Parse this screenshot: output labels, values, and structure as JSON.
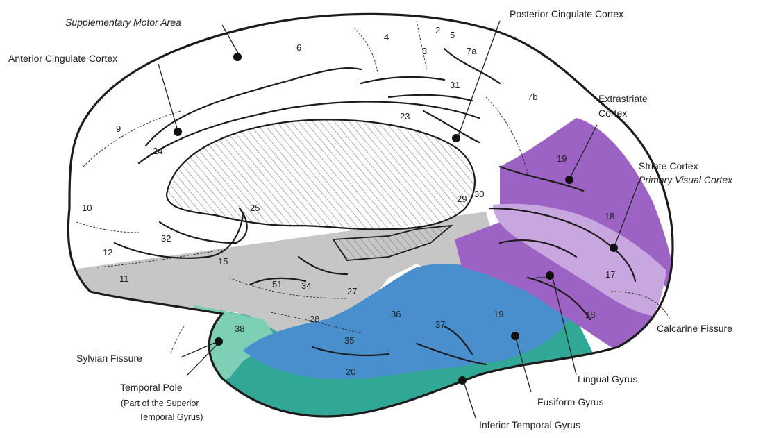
{
  "labels": {
    "supplementary_motor_area": "Supplementary Motor Area",
    "anterior_cingulate_cortex": "Anterior Cingulate Cortex",
    "posterior_cingulate_cortex": "Posterior Cingulate Cortex",
    "extrastriate_cortex_line1": "Extrastriate",
    "extrastriate_cortex_line2": "Cortex",
    "striate_cortex": "Striate Cortex",
    "primary_visual_cortex": "Primary Visual Cortex",
    "calcarine_fissure": "Calcarine Fissure",
    "sylvian_fissure": "Sylvian Fissure",
    "temporal_pole": "Temporal Pole",
    "temporal_pole_note_line1": "(Part of the Superior",
    "temporal_pole_note_line2": "Temporal Gyrus)",
    "lingual_gyrus": "Lingual Gyrus",
    "fusiform_gyrus": "Fusiform Gyrus",
    "inferior_temporal_gyrus": "Inferior Temporal Gyrus"
  },
  "areas": {
    "a4": "4",
    "a2": "2",
    "a5": "5",
    "a3": "3",
    "a6": "6",
    "a7a": "7a",
    "a31": "31",
    "a7b": "7b",
    "a23": "23",
    "a9": "9",
    "a24": "24",
    "a19_upper": "19",
    "a18_upper": "18",
    "a17": "17",
    "a18_lower": "18",
    "a30": "30",
    "a29": "29",
    "a25": "25",
    "a10": "10",
    "a32": "32",
    "a12": "12",
    "a15": "15",
    "a11": "11",
    "a51": "51",
    "a34": "34",
    "a27": "27",
    "a28": "28",
    "a36": "36",
    "a37": "37",
    "a19_lower": "19",
    "a35": "35",
    "a38": "38",
    "a20": "20"
  },
  "colors": {
    "medial_gray": "#c6c6c6",
    "extrastriate_purple": "#9d63c4",
    "striate_lavender": "#c8a6df",
    "fusiform_blue": "#4a8fcd",
    "temporal_teal": "#31a895",
    "temporal_pole_mint": "#7dd0b5",
    "outline": "#1c1c1c"
  }
}
